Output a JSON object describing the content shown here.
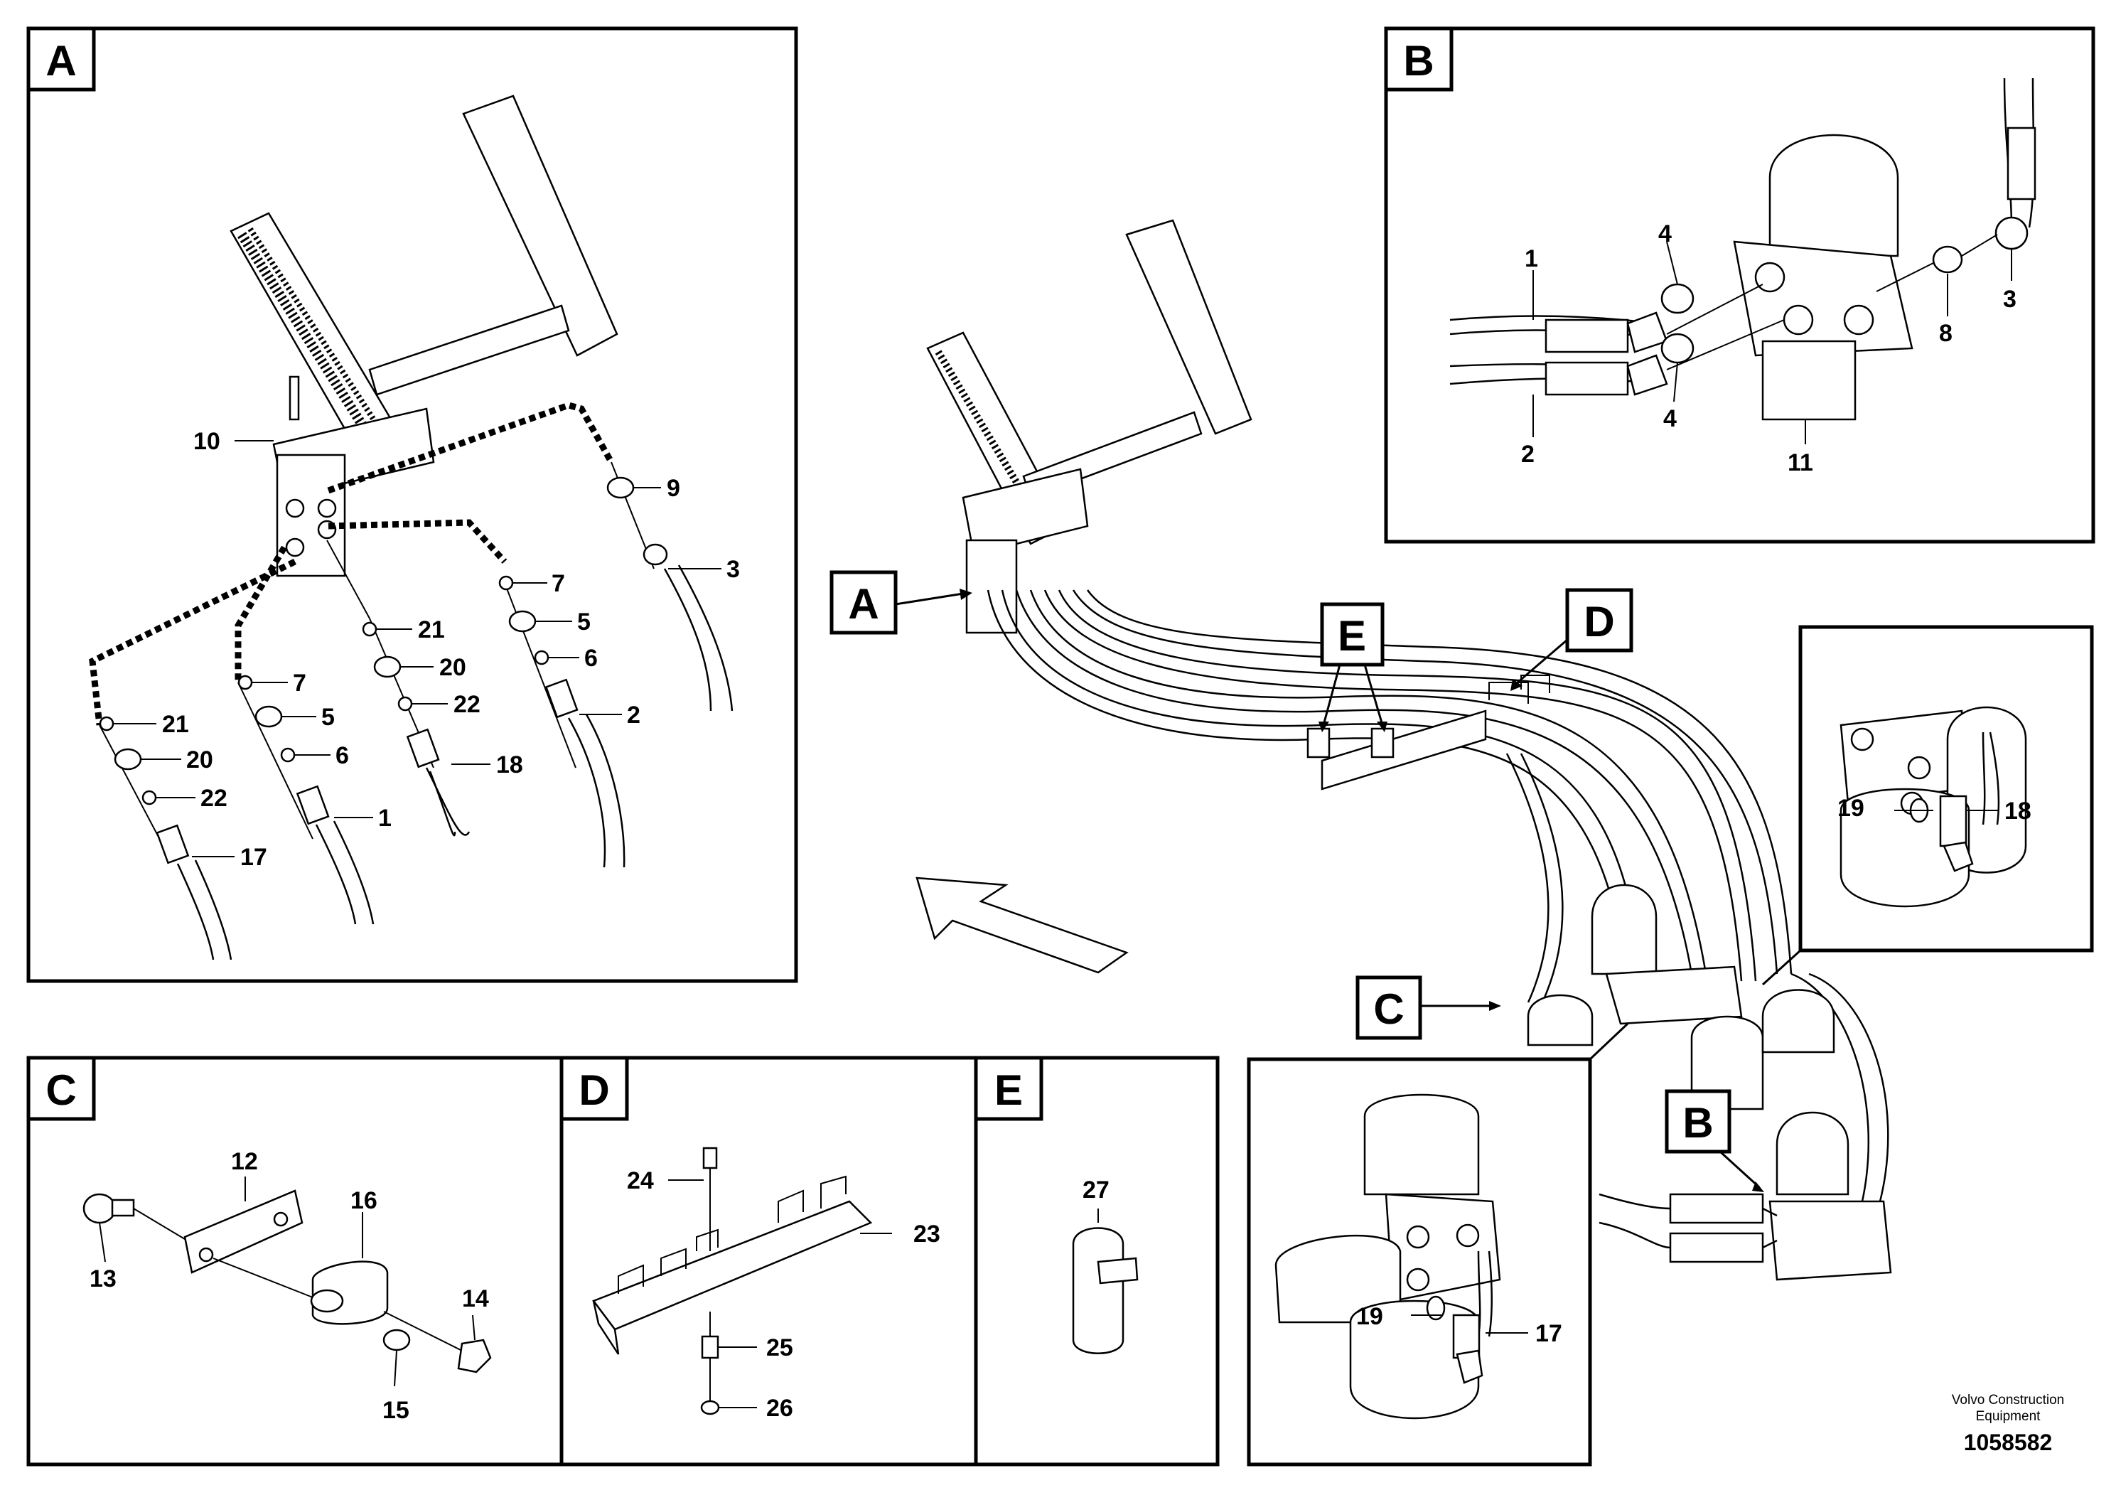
{
  "panels": {
    "A": "A",
    "B": "B",
    "C": "C",
    "D": "D",
    "E": "E"
  },
  "main_callouts": {
    "A": "A",
    "B": "B",
    "C": "C",
    "D": "D",
    "E": "E"
  },
  "panel_a": {
    "labels": {
      "n10": "10",
      "n9": "9",
      "n3": "3",
      "n7a": "7",
      "n5a": "5",
      "n6a": "6",
      "n2": "2",
      "n21a": "21",
      "n20a": "20",
      "n22a": "22",
      "n18": "18",
      "n7b": "7",
      "n5b": "5",
      "n6b": "6",
      "n1": "1",
      "n21b": "21",
      "n20b": "20",
      "n22b": "22",
      "n17": "17"
    }
  },
  "panel_b": {
    "labels": {
      "n1": "1",
      "n2": "2",
      "n4a": "4",
      "n4b": "4",
      "n11": "11",
      "n8": "8",
      "n3": "3"
    }
  },
  "panel_c": {
    "labels": {
      "n12": "12",
      "n13": "13",
      "n16": "16",
      "n14": "14",
      "n15": "15"
    }
  },
  "panel_d": {
    "labels": {
      "n24": "24",
      "n23": "23",
      "n25": "25",
      "n26": "26"
    }
  },
  "panel_e": {
    "labels": {
      "n27": "27"
    }
  },
  "panel_right_top": {
    "labels": {
      "n19": "19",
      "n18": "18"
    }
  },
  "panel_right_bottom": {
    "labels": {
      "n19": "19",
      "n17": "17"
    }
  },
  "credit": {
    "line1": "Volvo Construction",
    "line2": "Equipment"
  },
  "doc_number": "1058582"
}
